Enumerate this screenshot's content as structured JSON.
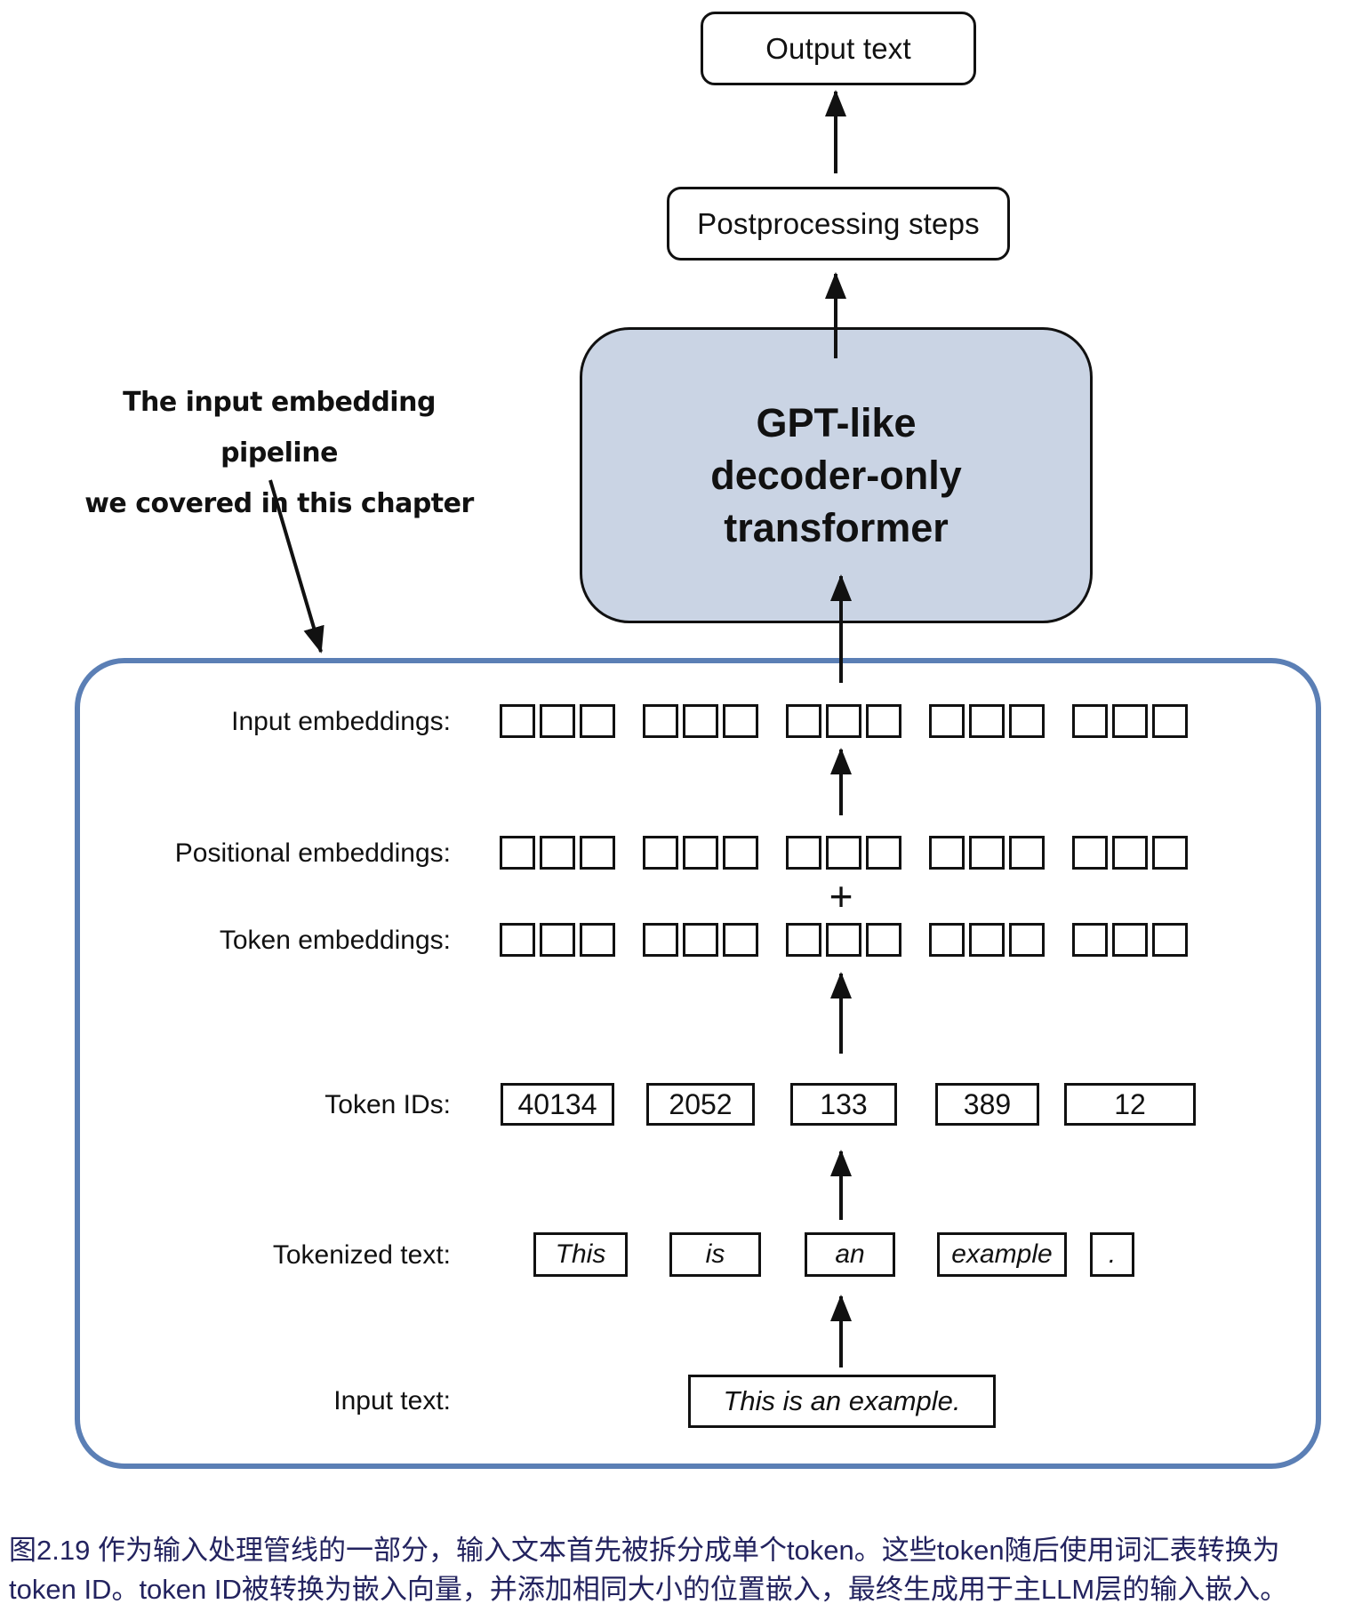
{
  "diagram": {
    "output_box_label": "Output text",
    "postprocessing_box_label": "Postprocessing steps",
    "transformer_box": {
      "line1": "GPT-like",
      "line2": "decoder-only",
      "line3": "transformer"
    },
    "annotation": {
      "line1": "The input embedding pipeline",
      "line2": "we covered in this chapter"
    },
    "pipeline": {
      "input_embeddings_label": "Input embeddings:",
      "positional_embeddings_label": "Positional embeddings:",
      "token_embeddings_label": "Token embeddings:",
      "token_ids_label": "Token IDs:",
      "tokenized_text_label": "Tokenized text:",
      "input_text_label": "Input text:",
      "plus_sign": "+",
      "token_ids": [
        "40134",
        "2052",
        "133",
        "389",
        "12"
      ],
      "tokens": [
        "This",
        "is",
        "an",
        "example",
        "."
      ],
      "input_text": "This is an example."
    }
  },
  "caption": {
    "line1": "图2.19 作为输入处理管线的一部分，输入文本首先被拆分成单个token。这些token随后使用词汇表转换为",
    "line2": "token ID。token ID被转换为嵌入向量，并添加相同大小的位置嵌入，最终生成用于主LLM层的输入嵌入。"
  },
  "colors": {
    "transformer_fill": "#cad4e4",
    "container_border": "#5b7fb5",
    "caption_text": "#23235f",
    "line_color": "#111111"
  }
}
